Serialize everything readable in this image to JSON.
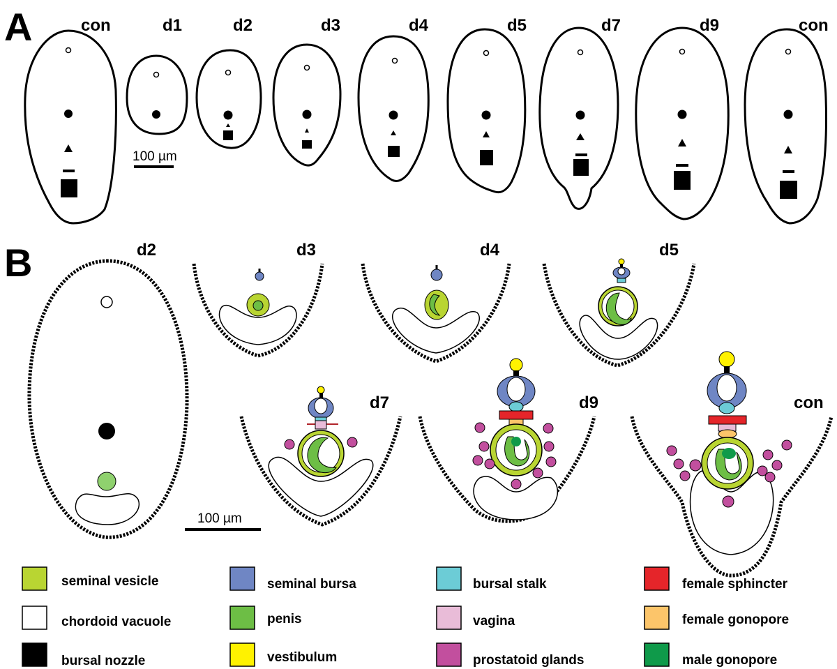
{
  "panels": {
    "a": "A",
    "b": "B"
  },
  "panel_a": {
    "stages": [
      "con",
      "d1",
      "d2",
      "d3",
      "d4",
      "d5",
      "d7",
      "d9",
      "con"
    ],
    "scale_bar": "100 µm"
  },
  "panel_b": {
    "stages": [
      "d2",
      "d3",
      "d4",
      "d5",
      "d7",
      "d9",
      "con"
    ],
    "scale_bar": "100 µm"
  },
  "colors": {
    "seminal_vesicle": "#b9d532",
    "seminal_bursa": "#6f86c4",
    "bursal_stalk": "#6cccd6",
    "female_sphincter": "#e5252a",
    "chordoid_vacuole": "#ffffff",
    "penis": "#6dbe45",
    "vagina": "#e9bcd8",
    "female_gonopore": "#fcc56a",
    "bursal_nozzle": "#000000",
    "vestibulum": "#fff200",
    "prostatoid_glands": "#c24f9e",
    "male_gonopore": "#0f9a4a"
  },
  "legend": [
    {
      "label": "seminal vesicle",
      "color": "#b9d532"
    },
    {
      "label": "seminal bursa",
      "color": "#6f86c4"
    },
    {
      "label": "bursal stalk",
      "color": "#6cccd6"
    },
    {
      "label": "female sphincter",
      "color": "#e5252a"
    },
    {
      "label": "chordoid vacuole",
      "color": "#ffffff"
    },
    {
      "label": "penis",
      "color": "#6dbe45"
    },
    {
      "label": "vagina",
      "color": "#e9bcd8"
    },
    {
      "label": "female gonopore",
      "color": "#fcc56a"
    },
    {
      "label": "bursal nozzle",
      "color": "#000000"
    },
    {
      "label": "vestibulum",
      "color": "#fff200"
    },
    {
      "label": "prostatoid glands",
      "color": "#c24f9e"
    },
    {
      "label": "male gonopore",
      "color": "#0f9a4a"
    }
  ]
}
